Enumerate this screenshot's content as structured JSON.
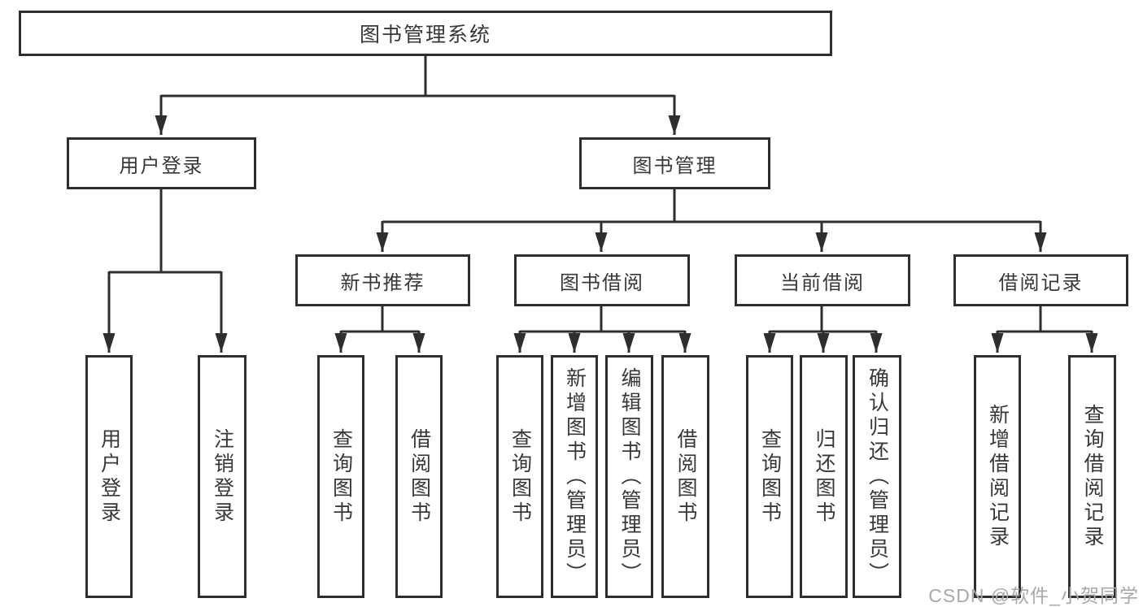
{
  "colors": {
    "line": "#2e2e2e",
    "node_border": "#2e2e2e",
    "node_text": "#383838",
    "watermark_text": "#a8a8a8",
    "background": "#ffffff"
  },
  "watermark": "CSDN @软件_小贺同学",
  "tree": {
    "root": {
      "label": "图书管理系统"
    },
    "children": [
      {
        "label": "用户登录",
        "children": [
          {
            "label": "用户登录"
          },
          {
            "label": "注销登录"
          }
        ]
      },
      {
        "label": "图书管理",
        "children": [
          {
            "label": "新书推荐",
            "children": [
              {
                "label": "查询图书"
              },
              {
                "label": "借阅图书"
              }
            ]
          },
          {
            "label": "图书借阅",
            "children": [
              {
                "label": "查询图书"
              },
              {
                "label": "新增图书（管理员）"
              },
              {
                "label": "编辑图书（管理员）"
              },
              {
                "label": "借阅图书"
              }
            ]
          },
          {
            "label": "当前借阅",
            "children": [
              {
                "label": "查询图书"
              },
              {
                "label": "归还图书"
              },
              {
                "label": "确认归还（管理员）"
              }
            ]
          },
          {
            "label": "借阅记录",
            "children": [
              {
                "label": "新增借阅记录"
              },
              {
                "label": "查询借阅记录"
              }
            ]
          }
        ]
      }
    ]
  }
}
